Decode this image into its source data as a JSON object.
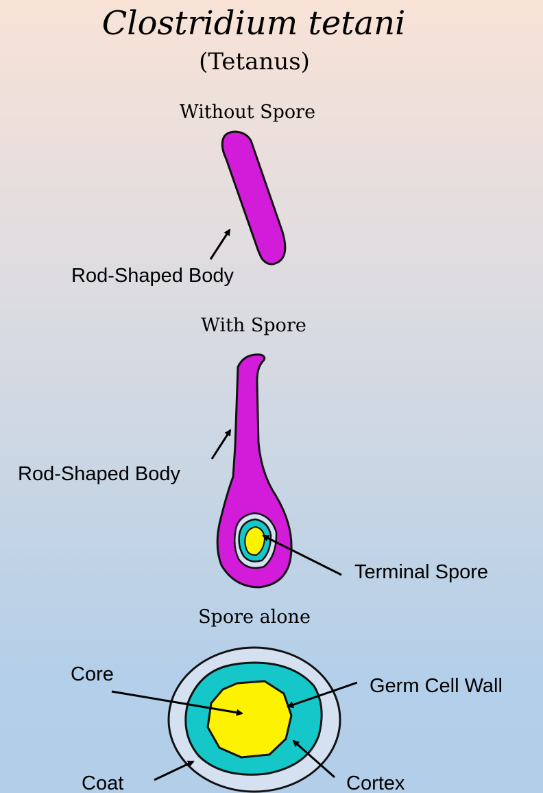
{
  "title": "Clostridium tetani",
  "subtitle": "(Tetanus)",
  "sections": {
    "without_spore": {
      "heading": "Without Spore",
      "label_body": "Rod-Shaped Body"
    },
    "with_spore": {
      "heading": "With Spore",
      "label_body": "Rod-Shaped Body",
      "label_spore": "Terminal Spore"
    },
    "spore_alone": {
      "heading": "Spore alone",
      "labels": {
        "core": "Core",
        "germ_cell_wall": "Germ Cell Wall",
        "coat": "Coat",
        "cortex": "Cortex"
      }
    }
  },
  "colors": {
    "cell_body": "#d21cd9",
    "coat": "#d5e1f1",
    "cortex": "#15c7c9",
    "core": "#fdf200",
    "outline": "#111111"
  }
}
